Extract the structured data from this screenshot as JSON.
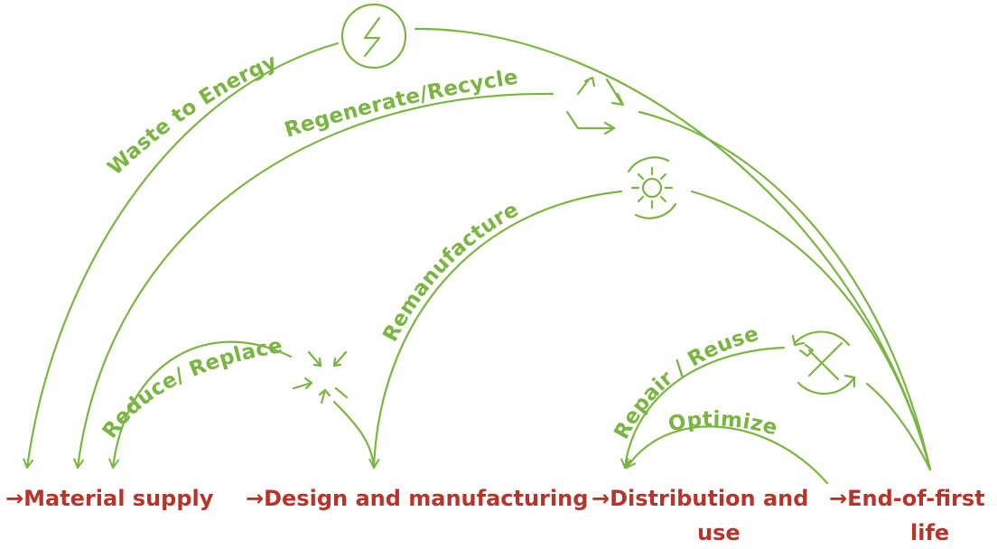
{
  "colors": {
    "green": "#7bb541",
    "red": "#b8342a"
  },
  "stages": [
    {
      "arrow": "→",
      "lines": [
        "Material supply"
      ]
    },
    {
      "arrow": "→",
      "lines": [
        "Design and manufacturing"
      ]
    },
    {
      "arrow": "→",
      "lines": [
        "Distribution and",
        "use"
      ]
    },
    {
      "arrow": "→",
      "lines": [
        "End-of-first",
        "life"
      ]
    }
  ],
  "loops": {
    "waste_to_energy": {
      "label": "Waste to Energy",
      "icon": "lightning-icon"
    },
    "regenerate_recycle": {
      "label": "Regenerate/Recycle",
      "icon": "recycle-icon"
    },
    "remanufacture": {
      "label": "Remanufacture",
      "icon": "gear-icon"
    },
    "reduce_replace": {
      "label": "Reduce/ Replace",
      "icon": "compress-arrows-icon"
    },
    "repair_reuse": {
      "label": "Repair / Reuse",
      "icon": "tools-icon"
    },
    "optimize": {
      "label": "Optimize"
    }
  }
}
